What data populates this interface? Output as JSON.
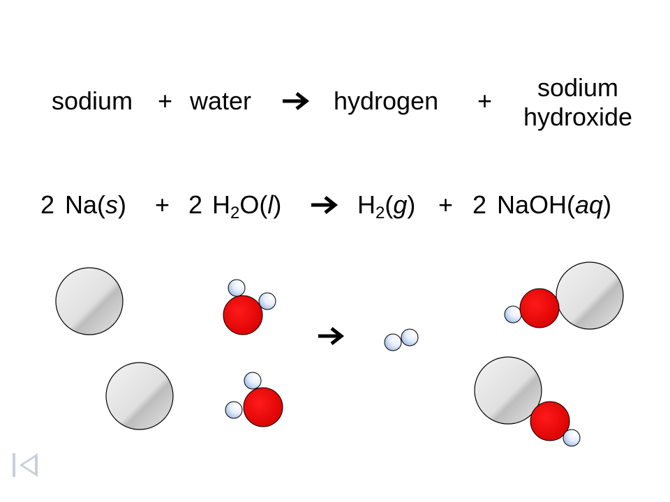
{
  "word_equation": {
    "reactant1": "sodium",
    "plus1": "+",
    "reactant2": "water",
    "arrow_icon": "right-arrow-icon",
    "product1": "hydrogen",
    "plus2": "+",
    "product2_line1": "sodium",
    "product2_line2": "hydroxide"
  },
  "symbol_equation": {
    "coef1": "2",
    "na": "Na(",
    "na_state": "s",
    "na_close": ")",
    "plus1": "+",
    "coef2": "2",
    "h2o_h": "H",
    "h2o_sub": "2",
    "h2o_o": "O(",
    "h2o_state": "l",
    "h2o_close": ")",
    "arrow_icon": "right-arrow-icon",
    "h2_h": "H",
    "h2_sub": "2",
    "h2_open": "(",
    "h2_state": "g",
    "h2_close": ")",
    "plus2": "+",
    "coef3": "2",
    "naoh": "NaOH(",
    "naoh_state": "aq",
    "naoh_close": ")"
  },
  "colors": {
    "sodium_atom": "#d8d8d8",
    "oxygen_atom": "#e00000",
    "hydrogen_atom": "#cfe0f5",
    "outline": "#000000"
  },
  "navigation": {
    "back_icon": "skip-to-start-icon"
  }
}
